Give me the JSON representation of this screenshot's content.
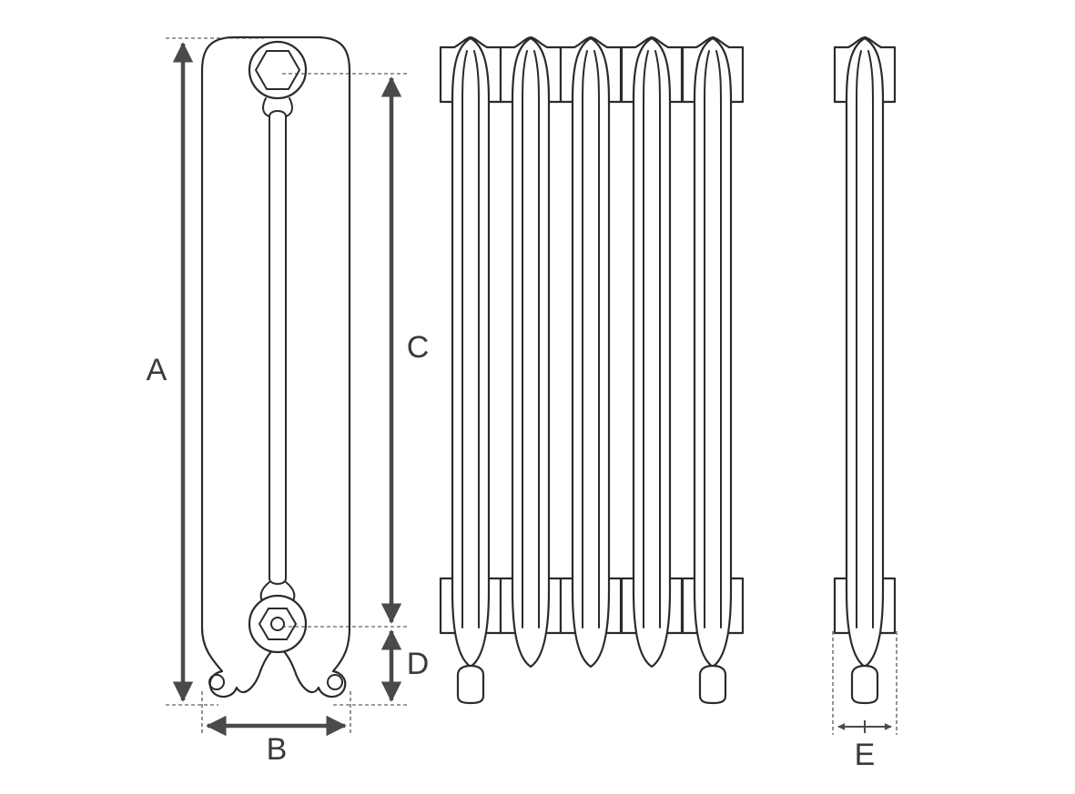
{
  "colors": {
    "line": "#2b2b2b",
    "dimension": "#4a4a4a",
    "label": "#3a3a3a",
    "background": "#ffffff"
  },
  "labels": {
    "A": "A",
    "B": "B",
    "C": "C",
    "D": "D",
    "E": "E"
  }
}
